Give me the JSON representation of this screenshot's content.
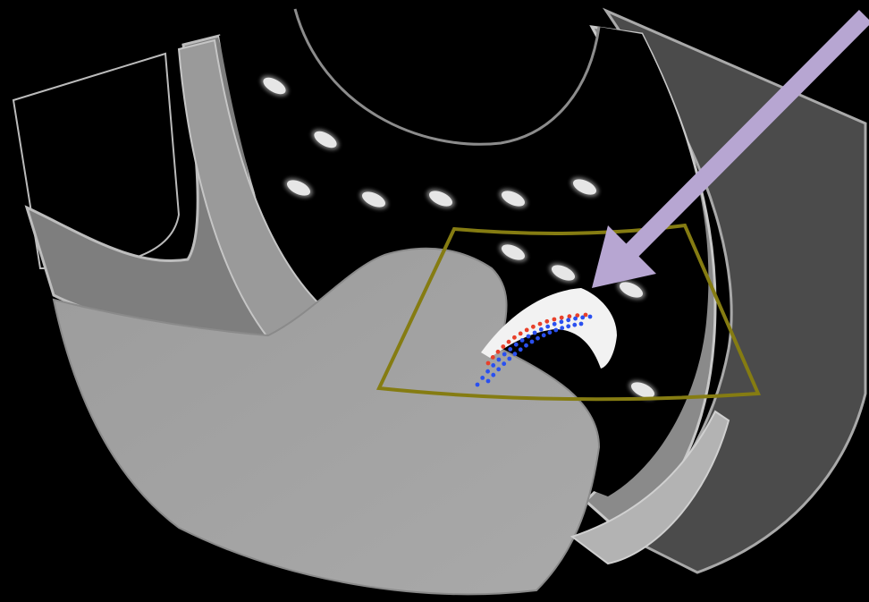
{
  "colors": {
    "background": "#000000",
    "outer_band": "#4b4b4b",
    "outer_band_edge": "#a9a9a9",
    "fat_layer": "#8c8c8c",
    "wall_light": "#bdbdbd",
    "dark_wall": "#3a3a3a",
    "lumen": "#000000",
    "foreground_mass": "#a4a4a4",
    "foreground_mass_edge": "#8a8a8a",
    "dot": "#e6e6e6",
    "bright_lesion": "#f2f2f2",
    "roi_outline": "#857c12",
    "arrow": "#b7a6d2",
    "dots_red": "#e8402a",
    "dots_blue": "#2a50f0"
  },
  "icons": {
    "arrow": "arrow-pointer-icon",
    "roi": "roi-outline",
    "lesion": "bright-lesion"
  },
  "dots": {
    "count_grid": 10,
    "count_lower": 2
  },
  "dot_curves": {
    "count_red": 16,
    "count_blue_inner": 19,
    "count_blue_outer": 17
  }
}
